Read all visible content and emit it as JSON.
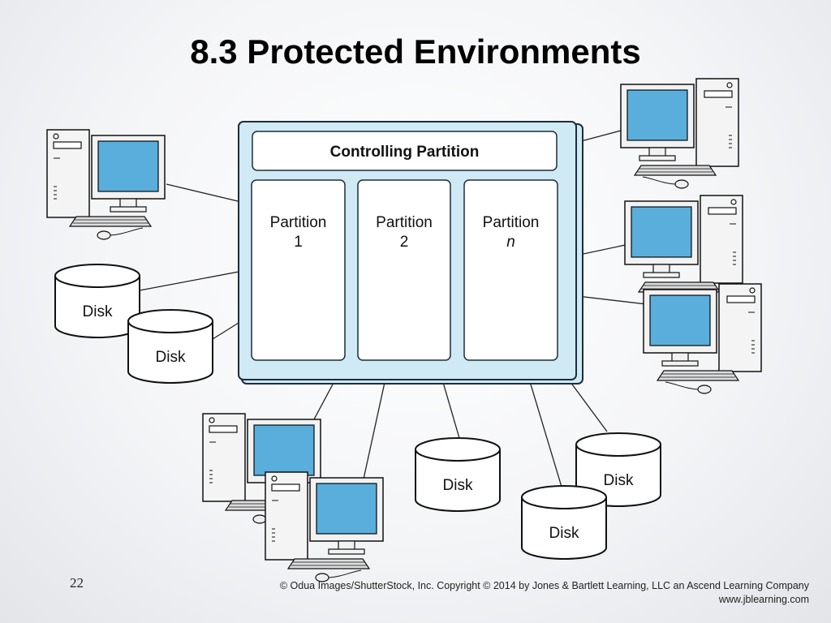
{
  "slide": {
    "title": "8.3 Protected Environments",
    "number": "22",
    "copyright_line1": "© Odua Images/ShutterStock, Inc. Copyright © 2014 by Jones & Bartlett Learning, LLC an Ascend Learning Company",
    "copyright_line2": "www.jblearning.com"
  },
  "diagram": {
    "controlling_partition": "Controlling Partition",
    "partitions": [
      {
        "line1": "Partition",
        "line2": "1"
      },
      {
        "line1": "Partition",
        "line2": "2"
      },
      {
        "line1": "Partition",
        "line2": "n"
      }
    ],
    "disk_label": "Disk"
  },
  "colors": {
    "frame_fill": "#cfe9f5",
    "frame_stroke": "#1f2c3a",
    "screen": "#3f97c8",
    "line": "#222222"
  },
  "icons": [
    "computer-icon",
    "disk-icon"
  ]
}
